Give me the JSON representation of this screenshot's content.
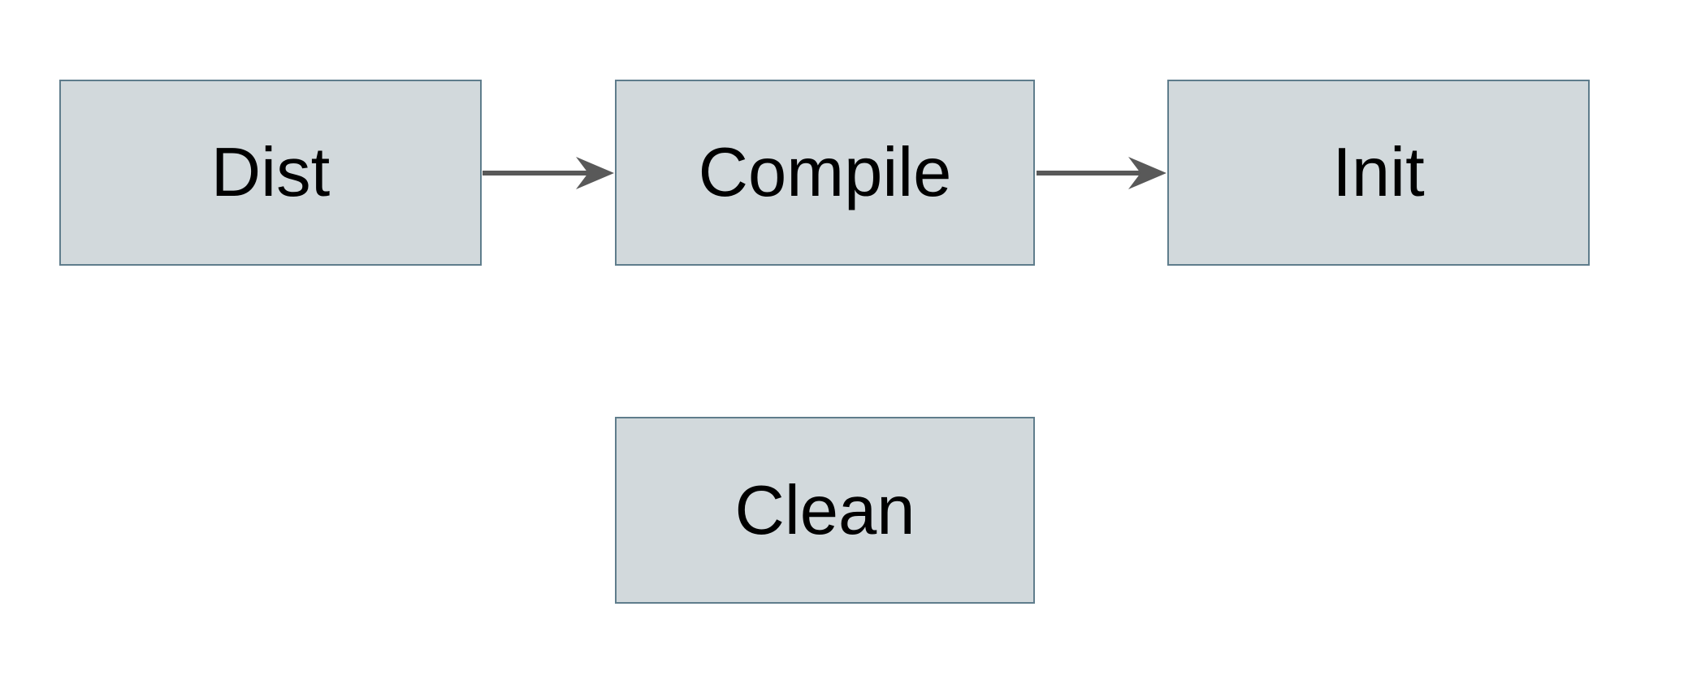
{
  "diagram": {
    "type": "flowchart",
    "nodes": [
      {
        "id": "dist",
        "label": "Dist"
      },
      {
        "id": "compile",
        "label": "Compile"
      },
      {
        "id": "init",
        "label": "Init"
      },
      {
        "id": "clean",
        "label": "Clean"
      }
    ],
    "edges": [
      {
        "from": "dist",
        "to": "compile",
        "direction": "right"
      },
      {
        "from": "compile",
        "to": "init",
        "direction": "right"
      }
    ],
    "colors": {
      "background": "#ffffff",
      "node_fill": "#d2d9dc",
      "node_border": "#5f7d8c",
      "arrow": "#595959",
      "text": "#000000"
    }
  }
}
